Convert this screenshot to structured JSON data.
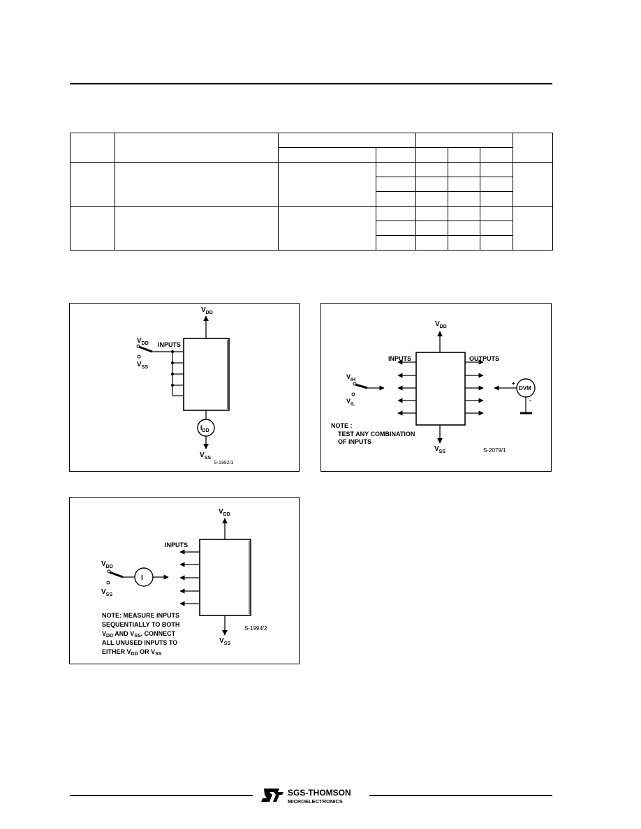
{
  "fig1": {
    "vdd_top": "V",
    "vdd_top_sub": "DD",
    "vdd_sw": "V",
    "vdd_sw_sub": "DD",
    "vss_sw": "V",
    "vss_sw_sub": "SS",
    "inputs": "INPUTS",
    "meter": "I",
    "meter_sub": "DD",
    "vss_bottom": "V",
    "vss_bottom_sub": "SS",
    "code": "S-1992/1"
  },
  "fig2": {
    "vdd_top": "V",
    "vdd_top_sub": "DD",
    "inputs": "INPUTS",
    "outputs": "OUTPUTS",
    "vih": "V",
    "vih_sub": "IH",
    "vil": "V",
    "vil_sub": "IL",
    "dvm": "DVM",
    "plus": "+",
    "minus": "-",
    "note_line1": "NOTE :",
    "note_line2": "TEST  ANY COMBINATION",
    "note_line3": "OF  INPUTS",
    "vss": "V",
    "vss_sub": "SS",
    "code": "S-2079/1"
  },
  "fig3": {
    "vdd_top": "V",
    "vdd_top_sub": "DD",
    "inputs": "INPUTS",
    "vdd_sw": "V",
    "vdd_sw_sub": "DD",
    "vss_sw": "V",
    "vss_sw_sub": "SS",
    "meter": "I",
    "note_line1": "NOTE: MEASURE INPUTS",
    "note_line2": "SEQUENTIALLY TO BOTH",
    "note_line3_a": "V",
    "note_line3_a_sub": "DD",
    "note_line3_b": " AND V",
    "note_line3_b_sub": "SS",
    "note_line3_c": ".  CONNECT",
    "note_line4": "ALL UNUSED INPUTS TO",
    "note_line5_a": "EITHER V",
    "note_line5_a_sub": "DD",
    "note_line5_b": " OR V",
    "note_line5_b_sub": "SS",
    "vss": "V",
    "vss_sub": "SS",
    "code": "S-1994/2"
  },
  "footer": {
    "brand_line1": "SGS-THOMSON",
    "brand_line2": "MICROELECTRONICS"
  }
}
